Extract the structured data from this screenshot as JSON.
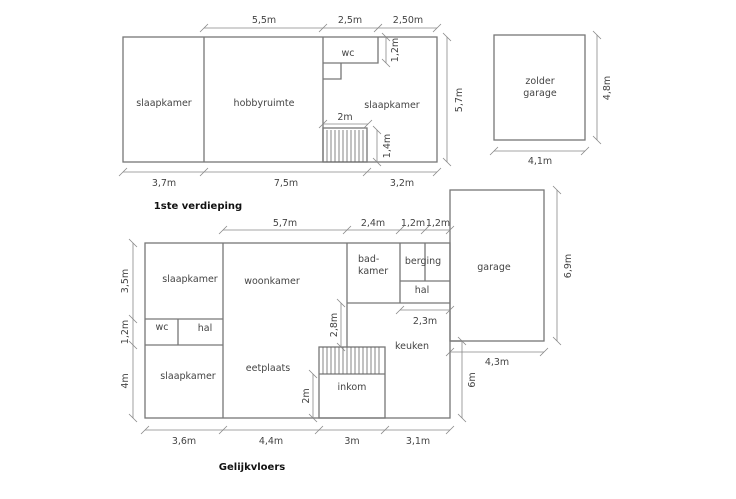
{
  "titles": {
    "upper": "1ste verdieping",
    "ground": "Gelijkvloers"
  },
  "upper": {
    "rooms": {
      "bedroom_left": "slaapkamer",
      "hobby": "hobbyruimte",
      "wc": "wc",
      "bedroom_right": "slaapkamer"
    },
    "dims": {
      "top1": "5,5m",
      "top2": "2,5m",
      "top3": "2,50m",
      "bottom1": "3,7m",
      "bottom2": "7,5m",
      "bottom3": "3,2m",
      "height": "5,7m",
      "wc": "1,2m",
      "stair_w": "2m",
      "stair_h": "1,4m"
    }
  },
  "attic": {
    "room_line1": "zolder",
    "room_line2": "garage",
    "width": "4,1m",
    "height": "4,8m"
  },
  "ground": {
    "rooms": {
      "bedroom_top": "slaapkamer",
      "living": "woonkamer",
      "bath1": "bad-",
      "bath2": "kamer",
      "storage": "berging",
      "hall_right": "hal",
      "wc": "wc",
      "hall_left": "hal",
      "bedroom_bottom": "slaapkamer",
      "dining": "eetplaats",
      "entrance": "inkom",
      "kitchen": "keuken",
      "garage": "garage"
    },
    "dims": {
      "top1": "5,7m",
      "top2": "2,4m",
      "top3": "1,2m",
      "top4": "1,2m",
      "left1": "3,5m",
      "left2": "1,2m",
      "left3": "4m",
      "bottom1": "3,6m",
      "bottom2": "4,4m",
      "bottom3": "3m",
      "bottom4": "3,1m",
      "hall": "2,3m",
      "wall": "2,8m",
      "entrance": "2m",
      "garage_w": "4,3m",
      "garage_h": "6,9m",
      "kitchen_h": "6m"
    }
  }
}
